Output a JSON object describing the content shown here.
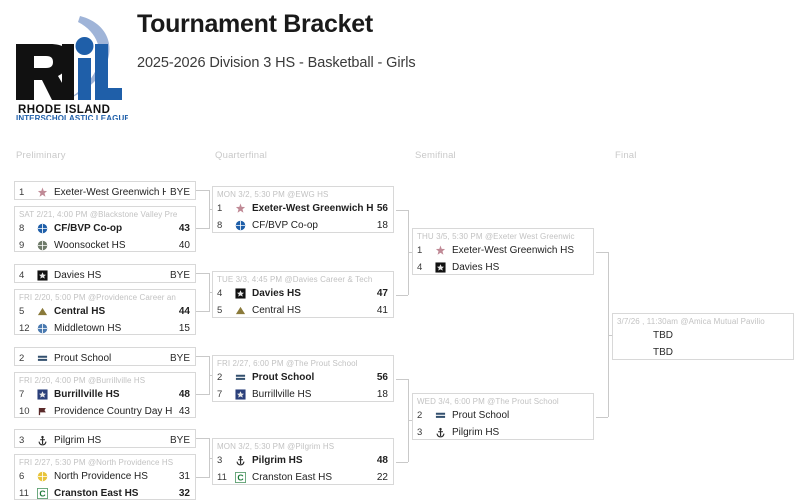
{
  "header": {
    "title": "Tournament Bracket",
    "subtitle": "2025-2026 Division 3 HS - Basketball - Girls",
    "logo": {
      "name": "riil-logo",
      "wordmark": "RIIL",
      "line1": "RHODE ISLAND",
      "line2": "INTERSCHOLASTIC LEAGUE",
      "blue": "#1f5fa9",
      "black": "#111111"
    }
  },
  "rounds": [
    {
      "label": "Preliminary"
    },
    {
      "label": "Quarterfinal"
    },
    {
      "label": "Semifinal"
    },
    {
      "label": "Final"
    }
  ],
  "preliminary": [
    {
      "meta": "",
      "teams": [
        {
          "seed": "1",
          "name": "Exeter-West Greenwich HS",
          "score": "BYE",
          "winner": false,
          "icon": "ewg-mascot-icon"
        }
      ]
    },
    {
      "meta": "SAT 2/21, 4:00 PM @Blackstone Valley Pre",
      "teams": [
        {
          "seed": "8",
          "name": "CF/BVP Co-op",
          "score": "43",
          "winner": true,
          "icon": "cfbvp-globe-icon"
        },
        {
          "seed": "9",
          "name": "Woonsocket HS",
          "score": "40",
          "winner": false,
          "icon": "woonsocket-icon"
        }
      ]
    },
    {
      "meta": "",
      "teams": [
        {
          "seed": "4",
          "name": "Davies HS",
          "score": "BYE",
          "winner": false,
          "icon": "davies-icon"
        }
      ]
    },
    {
      "meta": "FRI 2/20, 5:00 PM @Providence Career an",
      "teams": [
        {
          "seed": "5",
          "name": "Central HS",
          "score": "44",
          "winner": true,
          "icon": "central-icon"
        },
        {
          "seed": "12",
          "name": "Middletown HS",
          "score": "15",
          "winner": false,
          "icon": "middletown-icon"
        }
      ]
    },
    {
      "meta": "",
      "teams": [
        {
          "seed": "2",
          "name": "Prout School",
          "score": "BYE",
          "winner": false,
          "icon": "prout-icon"
        }
      ]
    },
    {
      "meta": "FRI 2/20, 4:00 PM @Burrillville HS",
      "teams": [
        {
          "seed": "7",
          "name": "Burrillville HS",
          "score": "48",
          "winner": true,
          "icon": "burrillville-icon"
        },
        {
          "seed": "10",
          "name": "Providence Country Day H",
          "score": "43",
          "winner": false,
          "icon": "pcd-icon"
        }
      ]
    },
    {
      "meta": "",
      "teams": [
        {
          "seed": "3",
          "name": "Pilgrim HS",
          "score": "BYE",
          "winner": false,
          "icon": "pilgrim-icon"
        }
      ]
    },
    {
      "meta": "FRI 2/27, 5:30 PM @North Providence HS",
      "teams": [
        {
          "seed": "6",
          "name": "North Providence HS",
          "score": "31",
          "winner": false,
          "icon": "north-providence-icon"
        },
        {
          "seed": "11",
          "name": "Cranston East HS",
          "score": "32",
          "winner": true,
          "icon": "cranston-east-icon"
        }
      ]
    }
  ],
  "quarterfinal": [
    {
      "meta": "MON 3/2, 5:30 PM @EWG HS",
      "teams": [
        {
          "seed": "1",
          "name": "Exeter-West Greenwich HS",
          "score": "56",
          "winner": true,
          "icon": "ewg-mascot-icon"
        },
        {
          "seed": "8",
          "name": "CF/BVP Co-op",
          "score": "18",
          "winner": false,
          "icon": "cfbvp-globe-icon"
        }
      ]
    },
    {
      "meta": "TUE 3/3, 4:45 PM @Davies Career & Tech",
      "teams": [
        {
          "seed": "4",
          "name": "Davies HS",
          "score": "47",
          "winner": true,
          "icon": "davies-icon"
        },
        {
          "seed": "5",
          "name": "Central HS",
          "score": "41",
          "winner": false,
          "icon": "central-icon"
        }
      ]
    },
    {
      "meta": "FRI 2/27, 6:00 PM @The Prout School",
      "teams": [
        {
          "seed": "2",
          "name": "Prout School",
          "score": "56",
          "winner": true,
          "icon": "prout-icon"
        },
        {
          "seed": "7",
          "name": "Burrillville HS",
          "score": "18",
          "winner": false,
          "icon": "burrillville-icon"
        }
      ]
    },
    {
      "meta": "MON 3/2, 5:30 PM @Pilgrim HS",
      "teams": [
        {
          "seed": "3",
          "name": "Pilgrim HS",
          "score": "48",
          "winner": true,
          "icon": "pilgrim-icon"
        },
        {
          "seed": "11",
          "name": "Cranston East HS",
          "score": "22",
          "winner": false,
          "icon": "cranston-east-icon"
        }
      ]
    }
  ],
  "semifinal": [
    {
      "meta": "THU 3/5, 5:30 PM @Exeter West Greenwic",
      "teams": [
        {
          "seed": "1",
          "name": "Exeter-West Greenwich HS",
          "score": "",
          "winner": false,
          "icon": "ewg-mascot-icon"
        },
        {
          "seed": "4",
          "name": "Davies HS",
          "score": "",
          "winner": false,
          "icon": "davies-icon"
        }
      ]
    },
    {
      "meta": "WED 3/4, 6:00 PM @The Prout School",
      "teams": [
        {
          "seed": "2",
          "name": "Prout School",
          "score": "",
          "winner": false,
          "icon": "prout-icon"
        },
        {
          "seed": "3",
          "name": "Pilgrim HS",
          "score": "",
          "winner": false,
          "icon": "pilgrim-icon"
        }
      ]
    }
  ],
  "final": [
    {
      "meta": "3/7/26 , 11:30am @Amica Mutual Pavilio",
      "teams": [
        {
          "seed": "",
          "name": "TBD",
          "score": "",
          "winner": false,
          "icon": ""
        },
        {
          "seed": "",
          "name": "TBD",
          "score": "",
          "winner": false,
          "icon": ""
        }
      ]
    }
  ],
  "colors": {
    "border": "#d8d8d8",
    "meta_text": "#c2c2c2",
    "round_label": "#c9c9c9",
    "connector": "#c9c9c9"
  }
}
